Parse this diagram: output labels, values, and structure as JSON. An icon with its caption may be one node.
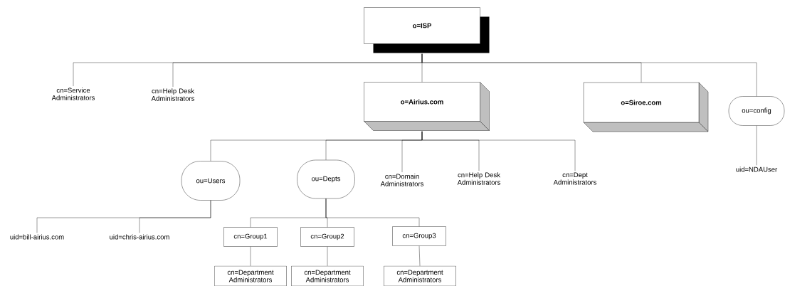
{
  "diagram": {
    "nodes": [
      {
        "text": [
          "o=ISP"
        ]
      },
      {
        "text": [
          "cn=Service Administrators"
        ]
      },
      {
        "text": [
          "cn=Help Desk Administrators"
        ]
      },
      {
        "text": [
          "o=Airius.com"
        ]
      },
      {
        "text": [
          "o=Siroe.com"
        ]
      },
      {
        "text": [
          "ou=config"
        ]
      },
      {
        "text": [
          "ou=Users"
        ]
      },
      {
        "text": [
          "ou=Depts"
        ]
      },
      {
        "text": [
          "cn=Domain Administrators"
        ]
      },
      {
        "text": [
          "cn=Help Desk Administrators"
        ]
      },
      {
        "text": [
          "cn=Dept Administrators"
        ]
      },
      {
        "text": [
          "uid=NDAUser"
        ]
      },
      {
        "text": [
          "uid=bill-airius.com"
        ]
      },
      {
        "text": [
          "uid=chris-airius.com"
        ]
      },
      {
        "text": [
          "cn=Group1"
        ]
      },
      {
        "text": [
          "cn=Group2"
        ]
      },
      {
        "text": [
          "cn=Group3"
        ]
      },
      {
        "text": [
          "cn=Department Administrators"
        ]
      },
      {
        "text": [
          "cn=Department Administrators"
        ]
      },
      {
        "text": [
          "cn=Department Administrators"
        ]
      }
    ],
    "edges": [
      {
        "from": 0,
        "to": 1,
        "arrow": "none"
      },
      {
        "from": 0,
        "to": 2,
        "arrow": "none"
      },
      {
        "from": 0,
        "to": 3,
        "arrow": "none"
      },
      {
        "from": 0,
        "to": 4,
        "arrow": "none"
      },
      {
        "from": 0,
        "to": 5,
        "arrow": "none"
      },
      {
        "from": 3,
        "to": 6,
        "arrow": "none"
      },
      {
        "from": 3,
        "to": 7,
        "arrow": "none"
      },
      {
        "from": 3,
        "to": 8,
        "arrow": "none"
      },
      {
        "from": 3,
        "to": 9,
        "arrow": "none"
      },
      {
        "from": 3,
        "to": 10,
        "arrow": "none"
      },
      {
        "from": 5,
        "to": 11,
        "arrow": "none"
      },
      {
        "from": 6,
        "to": 12,
        "arrow": "none"
      },
      {
        "from": 6,
        "to": 13,
        "arrow": "none"
      },
      {
        "from": 7,
        "to": 14,
        "arrow": "none"
      },
      {
        "from": 7,
        "to": 15,
        "arrow": "none"
      },
      {
        "from": 7,
        "to": 16,
        "arrow": "none"
      },
      {
        "from": 14,
        "to": 17,
        "arrow": "none"
      },
      {
        "from": 15,
        "to": 18,
        "arrow": "none"
      },
      {
        "from": 16,
        "to": 19,
        "arrow": "none"
      }
    ]
  }
}
